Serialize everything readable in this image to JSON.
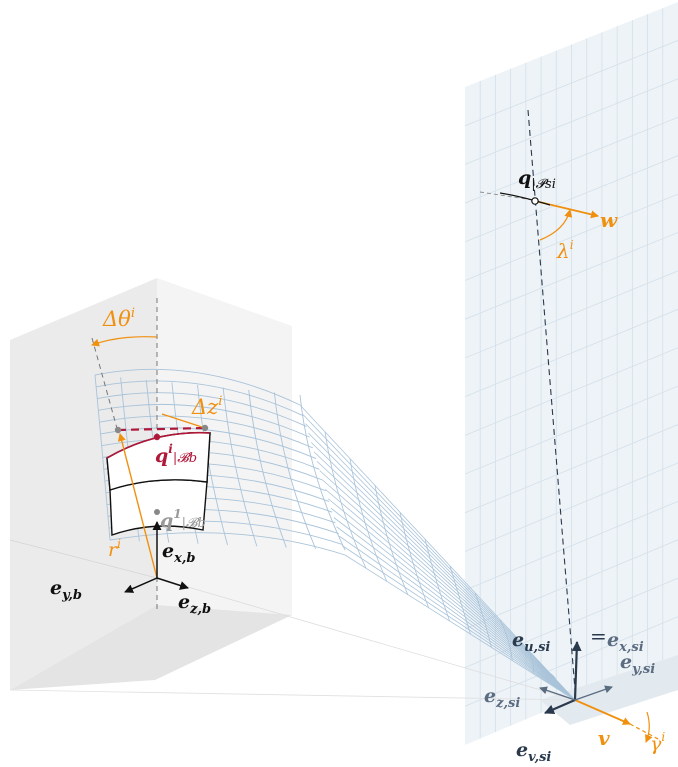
{
  "labels": {
    "delta_theta": {
      "main": "Δθ",
      "sup": "i"
    },
    "delta_z": {
      "main": "Δz",
      "sup": "i"
    },
    "q_body": {
      "main": "q",
      "sup": "i",
      "sub": "|𝓑b"
    },
    "q1_body": {
      "main": "q",
      "sup": "1",
      "sub": "|𝓑b"
    },
    "r": {
      "main": "r",
      "sup": "i"
    },
    "e_xb": {
      "main": "e",
      "sub": "x,b"
    },
    "e_yb": {
      "main": "e",
      "sub": "y,b"
    },
    "e_zb": {
      "main": "e",
      "sub": "z,b"
    },
    "q_plane": {
      "main": "q",
      "sub": "|𝓟si"
    },
    "w": {
      "main": "w"
    },
    "lambda": {
      "main": "λ",
      "sup": "i"
    },
    "e_us": {
      "main": "e",
      "sub": "u,si"
    },
    "equals": "=",
    "e_xs": {
      "main": "e",
      "sub": "x,si"
    },
    "e_ys": {
      "main": "e",
      "sub": "y,si"
    },
    "e_zs": {
      "main": "e",
      "sub": "z,si"
    },
    "e_vs": {
      "main": "e",
      "sub": "v,si"
    },
    "v": {
      "main": "v"
    },
    "gamma": {
      "main": "γ",
      "sup": "i"
    }
  },
  "colors": {
    "orange": "#f0900f",
    "crimson": "#b0183a",
    "dark": "#2a3a4c",
    "slate": "#5b6c80",
    "grid": "#a9c3d9",
    "plane": "#eef3f7",
    "box": "#e9e9e9",
    "black": "#111111"
  }
}
